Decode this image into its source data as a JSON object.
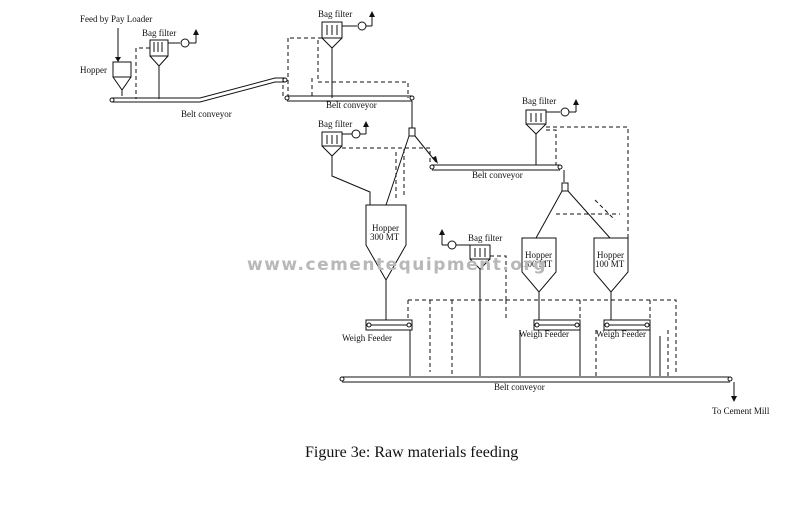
{
  "labels": {
    "feed_by_pay_loader": "Feed by Pay Loader",
    "hopper": "Hopper",
    "bag_filter": "Bag filter",
    "belt_conveyor_lower": "Belt conveyor",
    "belt_conveyor": "Belt conveyor",
    "hopper_300": "Hopper",
    "hopper_300_cap": "300 MT",
    "hopper_100": "Hopper",
    "hopper_100_cap": "100 MT",
    "weigh_feeder": "Weigh Feeder",
    "to_cement_mill": "To Cement Mill"
  },
  "watermark": "www.cementequipment.org",
  "caption": "Figure 3e: Raw materials feeding"
}
